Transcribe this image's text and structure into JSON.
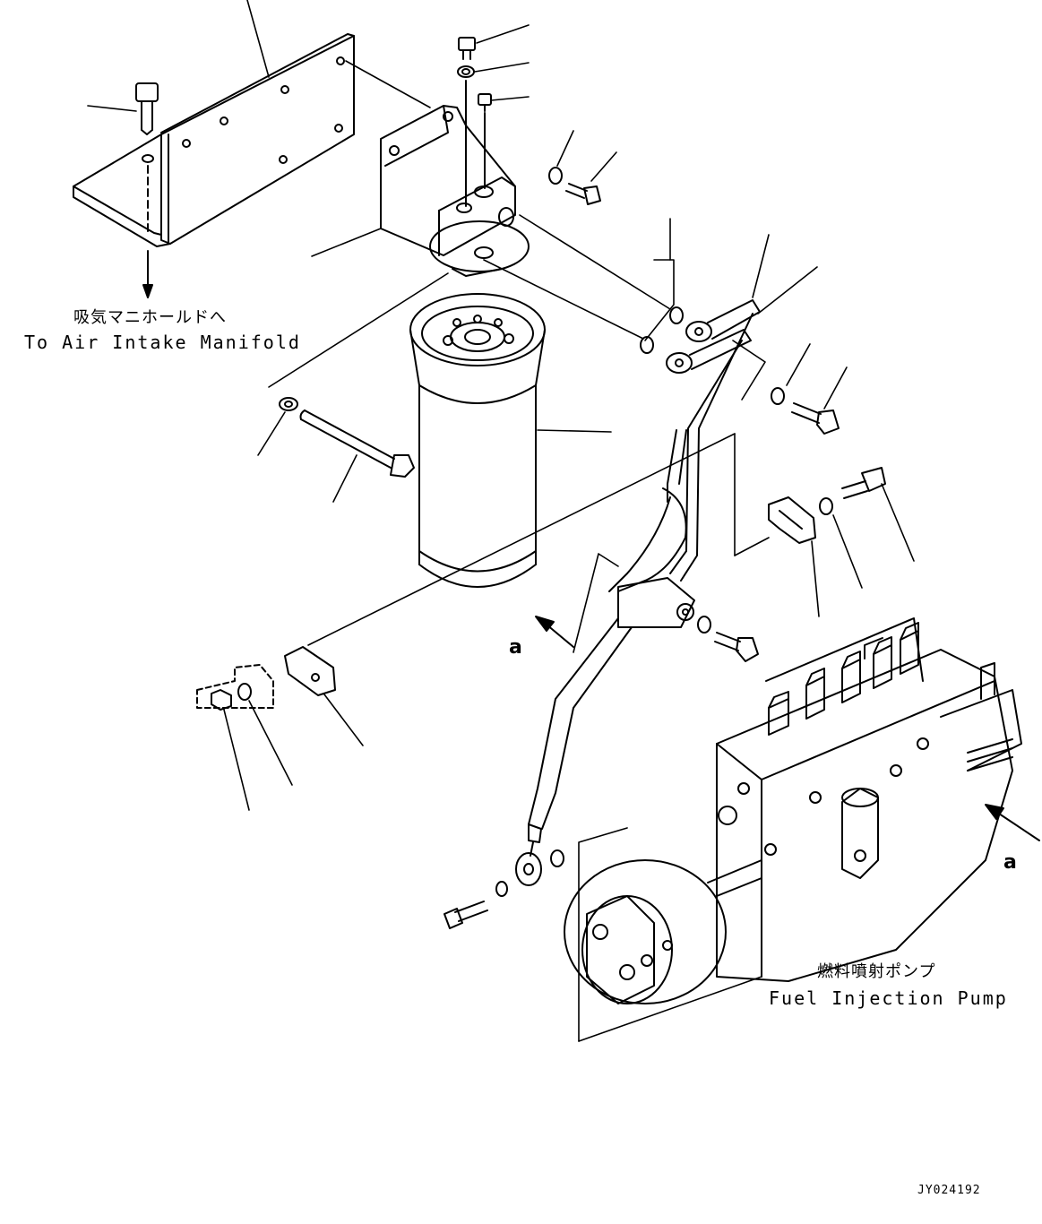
{
  "labels": {
    "air_intake_jp": "吸気マニホールドへ",
    "air_intake_en": "To Air Intake Manifold",
    "pump_jp": "燃料噴射ポンプ",
    "pump_en": "Fuel Injection Pump",
    "view_ref_left": "a",
    "view_ref_right": "a",
    "drawing_code": "JY024192"
  },
  "colors": {
    "line": "#000000",
    "background": "#ffffff"
  }
}
